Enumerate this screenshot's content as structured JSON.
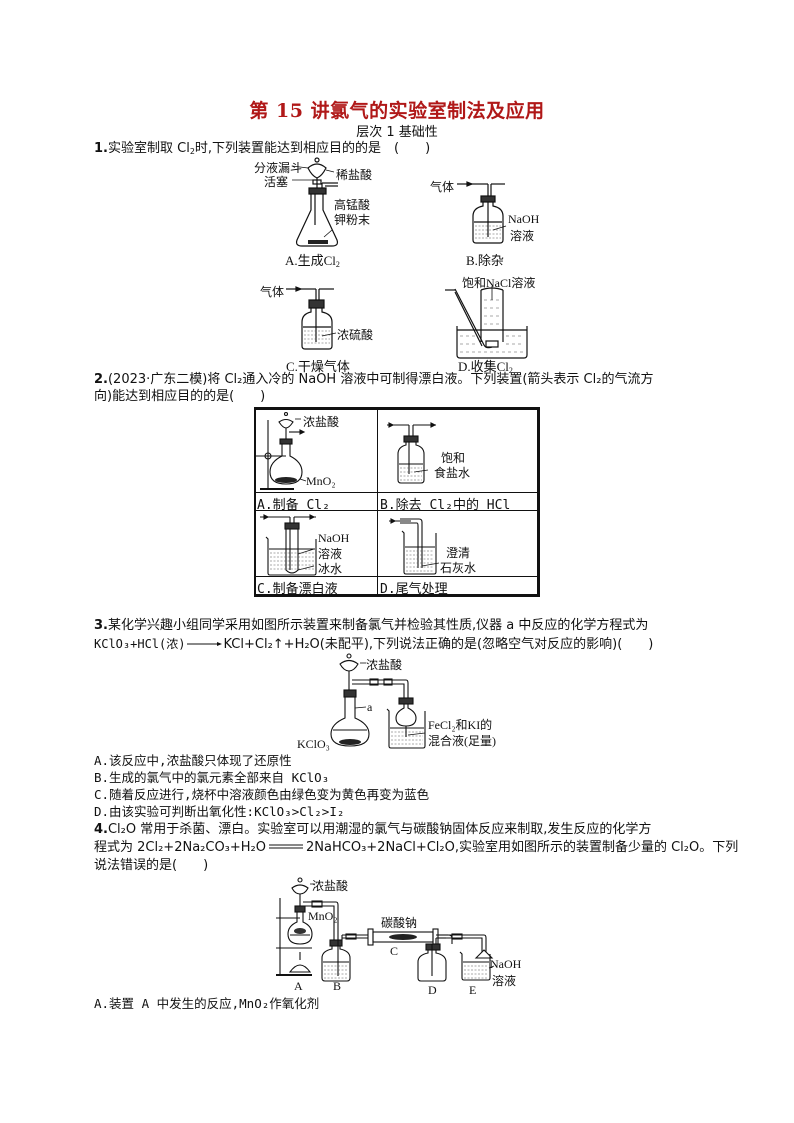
{
  "page": {
    "title": "第 15 讲氯气的实验室制法及应用",
    "subtitle": "层次 1 基础性"
  },
  "q1": {
    "num": "1.",
    "stem_pre": "实验室制取 Cl",
    "stem_sub": "2",
    "stem_post": "时,下列装置能达到相应目的的是　(　　)",
    "figA": {
      "labels": {
        "funnel": "分液漏斗",
        "stopcock": "活塞",
        "acid": "稀盐酸",
        "solid1": "高锰酸",
        "solid2": "钾粉末"
      },
      "caption_pre": "A.生成Cl",
      "caption_sub": "2"
    },
    "figB": {
      "labels": {
        "gas": "气体",
        "sol1": "NaOH",
        "sol2": "溶液"
      },
      "caption": "B.除杂"
    },
    "figC": {
      "labels": {
        "gas": "气体",
        "acid": "浓硫酸"
      },
      "caption": "C.干燥气体"
    },
    "figD": {
      "labels": {
        "sol": "饱和NaCl溶液"
      },
      "caption_pre": "D.收集Cl",
      "caption_sub": "2"
    }
  },
  "q2": {
    "num": "2.",
    "line1": "(2023·广东二模)将 Cl₂通入冷的 NaOH 溶液中可制得漂白液。下列装置(箭头表示 Cl₂的气流方",
    "line2": "向)能达到相应目的的是(　　)",
    "cells": [
      {
        "labels": {
          "acid": "浓盐酸",
          "solid": "MnO₂"
        },
        "caption": "A.制备 Cl₂"
      },
      {
        "labels": {
          "l1": "饱和",
          "l2": "食盐水"
        },
        "caption": "B.除去 Cl₂中的 HCl"
      },
      {
        "labels": {
          "l1": "NaOH",
          "l2": "溶液",
          "l3": "冰水"
        },
        "caption": "C.制备漂白液"
      },
      {
        "labels": {
          "l1": "澄清",
          "l2": "石灰水"
        },
        "caption": "D.尾气处理"
      }
    ]
  },
  "q3": {
    "num": "3.",
    "line1": "某化学兴趣小组同学采用如图所示装置来制备氯气并检验其性质,仪器 a 中反应的化学方程式为",
    "line2_pre": "KClO₃+HCl(浓)",
    "line2_post": "KCl+Cl₂↑+H₂O(未配平),下列说法正确的是(忽略空气对反应的影响)(　　)",
    "figure": {
      "labels": {
        "acid": "浓盐酸",
        "a": "a",
        "solid": "KClO₃",
        "mix1": "FeCl₂和KI的",
        "mix2": "混合液(足量)"
      }
    },
    "options": [
      "A.该反应中,浓盐酸只体现了还原性",
      "B.生成的氯气中的氯元素全部来自 KClO₃",
      "C.随着反应进行,烧杯中溶液颜色由绿色变为黄色再变为蓝色",
      "D.由该实验可判断出氧化性:KClO₃>Cl₂>I₂"
    ]
  },
  "q4": {
    "num": "4.",
    "line1": "Cl₂O 常用于杀菌、漂白。实验室可以用潮湿的氯气与碳酸钠固体反应来制取,发生反应的化学方",
    "line2_pre": "程式为 2Cl₂+2Na₂CO₃+H₂O",
    "line2_post": "2NaHCO₃+2NaCl+Cl₂O,实验室用如图所示的装置制备少量的 Cl₂O。下列",
    "line3": "说法错误的是(　　)",
    "figure": {
      "labels": {
        "acid": "浓盐酸",
        "solid": "MnO₂",
        "tube": "碳酸钠",
        "naoh1": "NaOH",
        "naoh2": "溶液"
      },
      "letters": [
        "A",
        "B",
        "C",
        "D",
        "E"
      ]
    },
    "options": [
      "A.装置 A 中发生的反应,MnO₂作氧化剂"
    ]
  }
}
